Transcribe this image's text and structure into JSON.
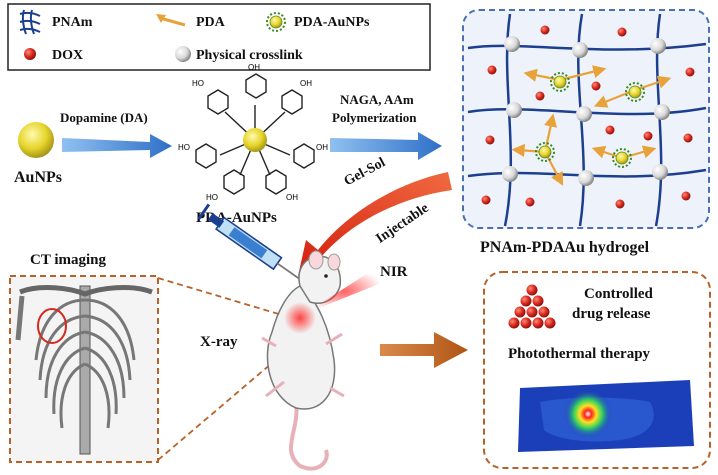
{
  "legend": {
    "items": [
      {
        "icon": "mesh-icon",
        "label": "PNAm"
      },
      {
        "icon": "arrow-icon",
        "label": "PDA"
      },
      {
        "icon": "nanoparticle-icon",
        "label": "PDA-AuNPs"
      },
      {
        "icon": "red-sphere-icon",
        "label": "DOX"
      },
      {
        "icon": "white-sphere-icon",
        "label": "Physical crosslink"
      }
    ]
  },
  "synthesis": {
    "aunps_label": "AuNPs",
    "dopamine_label": "Dopamine (DA)",
    "pda_aunps_label": "PDA-AuNPs",
    "ho_label": "HO",
    "oh_label": "OH",
    "polymerization_line1": "NAGA, AAm",
    "polymerization_line2": "Polymerization"
  },
  "hydrogel": {
    "label": "PNAm-PDAAu hydrogel",
    "gel_sol": "Gel-Sol",
    "injectable": "Injectable"
  },
  "imaging": {
    "ct_label": "CT imaging",
    "xray_label": "X-ray",
    "nir_label": "NIR"
  },
  "therapy": {
    "controlled_line1": "Controlled",
    "controlled_line2": "drug release",
    "photothermal": "Photothermal therapy"
  },
  "colors": {
    "mesh": "#1d3f8f",
    "pda": "#e8a23a",
    "dox": "#d8281c",
    "gold": "#e5d62a",
    "flow_arrow": "#4f8fd8",
    "red_arrow": "#e03a1e",
    "brown": "#b8622a",
    "dash_blue": "#4a6fb5"
  }
}
